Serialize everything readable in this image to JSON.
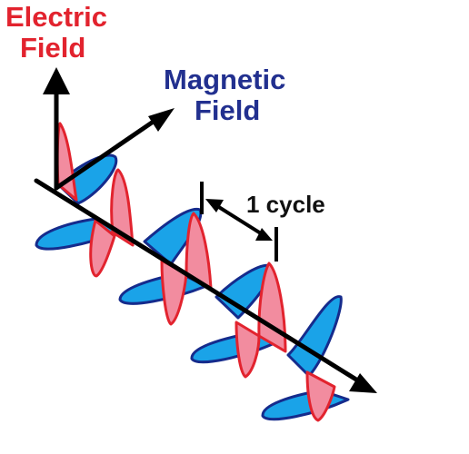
{
  "labels": {
    "electric_field": [
      "Electric",
      "Field"
    ],
    "magnetic_field": [
      "Magnetic",
      "Field"
    ],
    "cycle": "1 cycle"
  },
  "colors": {
    "electric": "#e2232e",
    "electric_fill": "#f28c9f",
    "magnetic": "#22308f",
    "magnetic_fill": "#1aa3e8",
    "axis": "#000000"
  },
  "icons": {
    "propagation_axis": "arrow-down-right-icon",
    "electric_axis": "arrow-up-icon",
    "magnetic_axis": "arrow-up-right-icon",
    "cycle_marker": "double-arrow-icon"
  }
}
